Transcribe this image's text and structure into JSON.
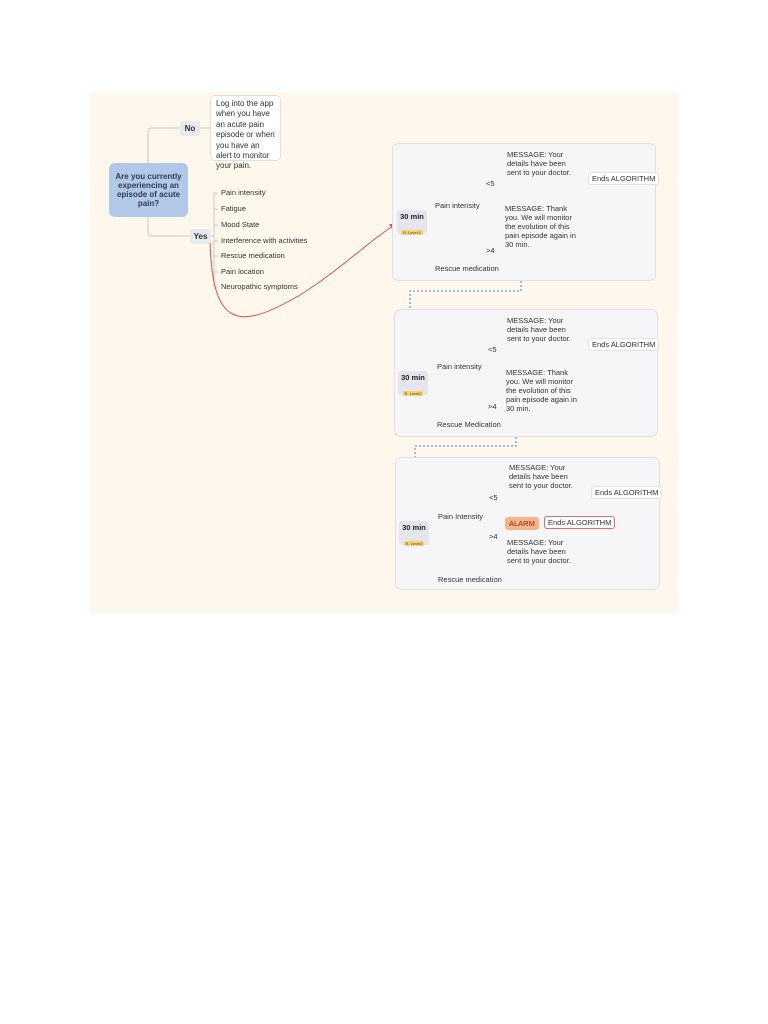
{
  "root": {
    "question": "Are you currently experiencing an episode of acute pain?"
  },
  "branches": {
    "no": {
      "label": "No",
      "note": "Log into the app when you have an acute pain episode or when you have an alert to monitor your pain."
    },
    "yes": {
      "label": "Yes",
      "items": [
        "Pain intensity",
        "Fatigue",
        "Mood State",
        "Interference with activities",
        "Rescue medication",
        "Pain location",
        "Neuropathic symptoms"
      ]
    }
  },
  "panels": [
    {
      "timer": "30 min",
      "tag": "R. Level 1",
      "pain_label": "Pain intensity",
      "low": "<5",
      "high": ">4",
      "low_msg": "MESSAGE: Your details have been sent to your doctor.",
      "low_ends": "Ends ALGORITHM",
      "high_msg": "MESSAGE: Thank you. We will monitor the evolution of this pain episode again in 30 min.",
      "rescue": "Rescue medication"
    },
    {
      "timer": "30 min",
      "tag": "R. Level2",
      "pain_label": "Pain intensity",
      "low": "<5",
      "high": ">4",
      "low_msg": "MESSAGE: Your details have been sent to your doctor.",
      "low_ends": "Ends ALGORITHM",
      "high_msg": "MESSAGE: Thank you. We will monitor the evolution of this pain episode again in 30 min.",
      "rescue": "Rescue Medication"
    },
    {
      "timer": "30 min",
      "tag": "R. Level3",
      "pain_label": "Pain Intensity",
      "low": "<5",
      "high": ">4",
      "low_msg": "MESSAGE: Your details have been sent to your doctor.",
      "low_ends": "Ends ALGORITHM",
      "alarm": "ALARM",
      "alarm_ends": "Ends ALGORITHM",
      "high_msg": "MESSAGE: Your details have been sent to your doctor.",
      "rescue": "Rescue medication"
    }
  ],
  "colors": {
    "root": "#b2c8e8",
    "alarm": "#f6b488",
    "red_connector": "#d9534f",
    "blue_connector": "#4a7fd4"
  }
}
